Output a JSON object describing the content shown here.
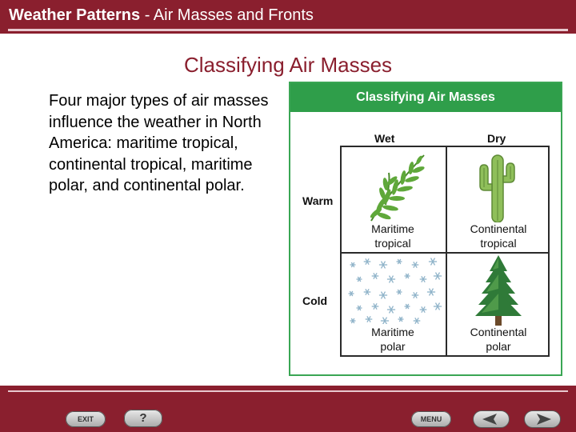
{
  "header": {
    "title_strong": "Weather Patterns",
    "title_rest": " - Air Masses and Fronts"
  },
  "slide": {
    "title": "Classifying Air Masses",
    "body": "Four major types of air masses influence the weather in North America: maritime tropical, continental tropical, maritime polar, and continental polar."
  },
  "figure": {
    "title": "Classifying Air Masses",
    "col_wet": "Wet",
    "col_dry": "Dry",
    "row_warm": "Warm",
    "row_cold": "Cold",
    "cells": [
      {
        "line1": "Maritime",
        "line2": "tropical",
        "icon": "fern-icon"
      },
      {
        "line1": "Continental",
        "line2": "tropical",
        "icon": "cactus-icon"
      },
      {
        "line1": "Maritime",
        "line2": "polar",
        "icon": "snowflake-icon"
      },
      {
        "line1": "Continental",
        "line2": "polar",
        "icon": "pine-tree-icon"
      }
    ]
  },
  "footer": {
    "exit_label": "EXIT",
    "help_label": "?",
    "menu_label": "MENU",
    "prev_icon": "left-arrow-icon",
    "next_icon": "right-arrow-icon"
  },
  "colors": {
    "brand": "#8a1f2e",
    "figure_green": "#2f9e4a",
    "snow_blue": "#8fb3c9"
  }
}
